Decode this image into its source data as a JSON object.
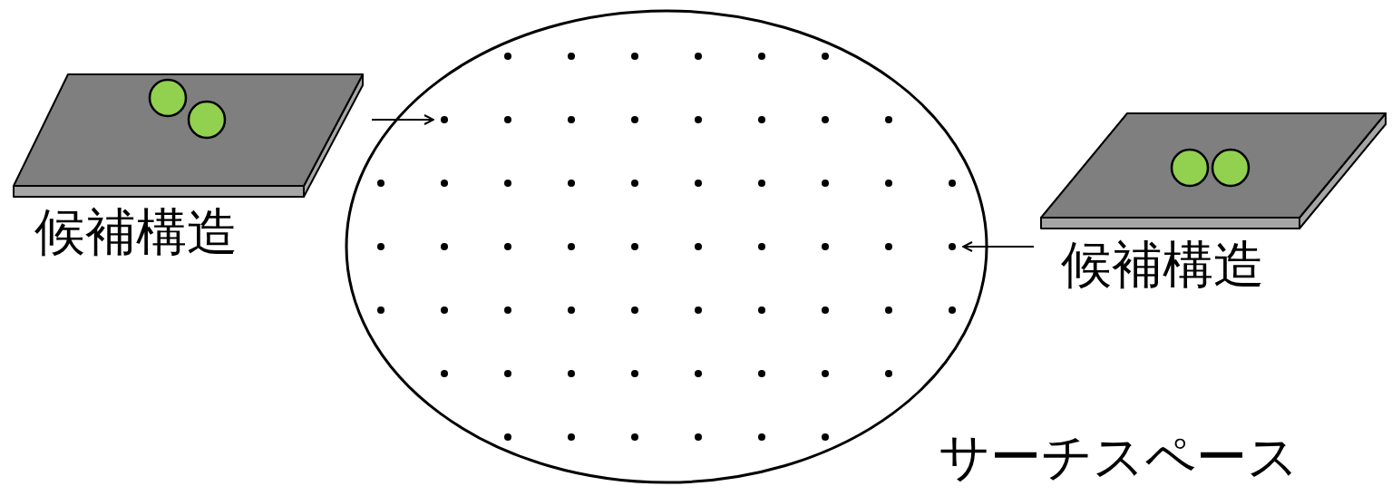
{
  "diagram": {
    "nodes": [
      {
        "text": [
          "候補構造"
        ]
      },
      {
        "text": [
          "サーチスペース"
        ]
      },
      {
        "text": [
          "候補構造"
        ]
      }
    ],
    "edges": [
      {
        "from": 0,
        "to": 1,
        "arrow": "to"
      },
      {
        "from": 2,
        "to": 1,
        "arrow": "to"
      }
    ]
  }
}
